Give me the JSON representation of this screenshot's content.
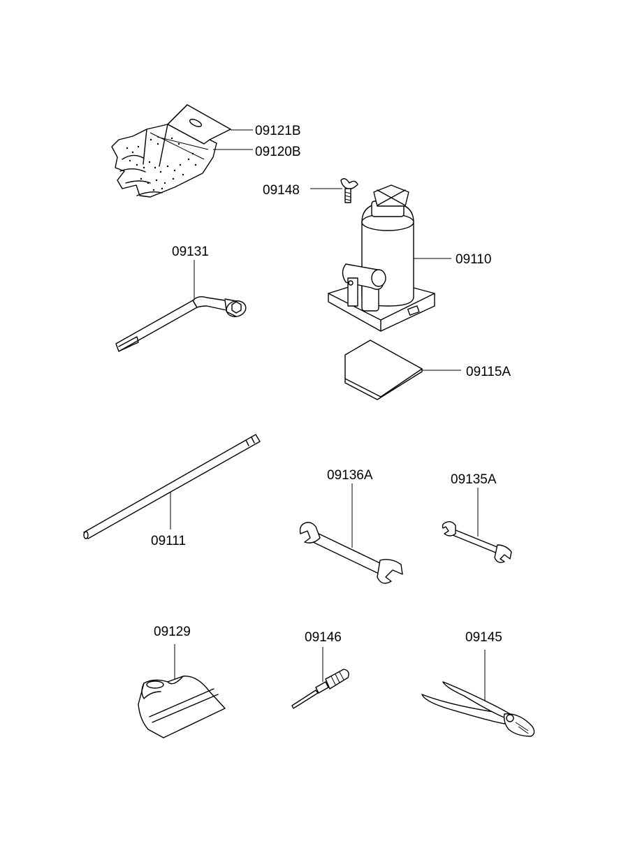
{
  "parts": {
    "gloves_a": "09121B",
    "gloves_b": "09120B",
    "wing_bolt": "09148",
    "wheel_wrench": "09131",
    "jack": "09110",
    "jack_pad": "09115A",
    "extension_bar": "09111",
    "spanner_large": "09136A",
    "spanner_small": "09135A",
    "tool_bag": "09129",
    "screwdriver": "09146",
    "pliers": "09145"
  }
}
